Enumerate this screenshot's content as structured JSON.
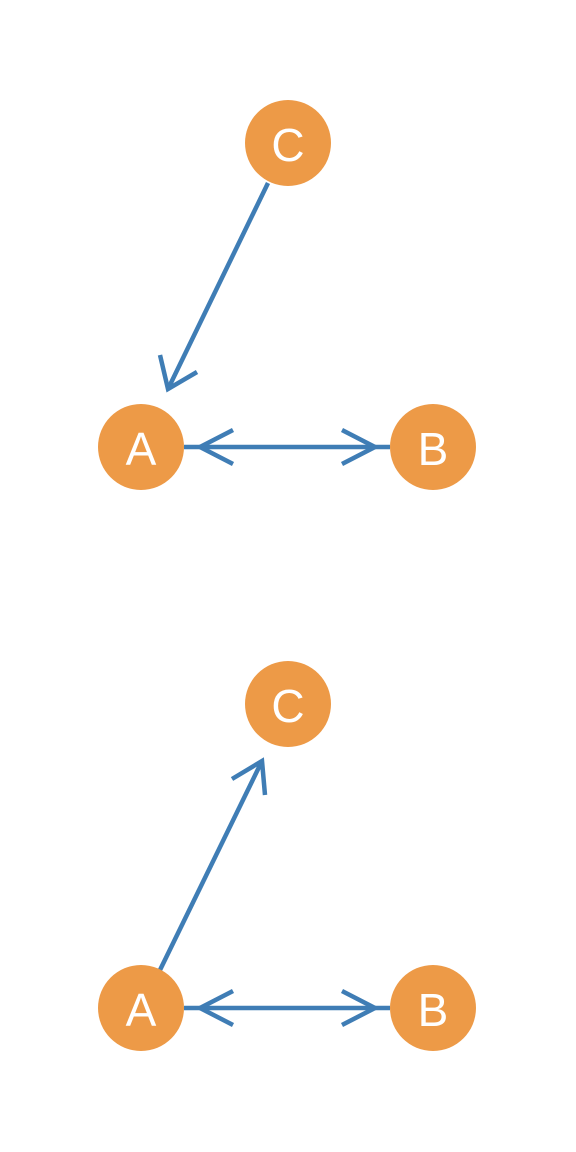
{
  "colors": {
    "background": "#ffffff",
    "node_fill": "#ed9a47",
    "node_text": "#ffffff",
    "edge": "#3f7db5"
  },
  "graphs": [
    {
      "nodes": {
        "A": {
          "label": "A"
        },
        "B": {
          "label": "B"
        },
        "C": {
          "label": "C"
        }
      },
      "edges": [
        {
          "from": "C",
          "to": "A",
          "direction": "forward"
        },
        {
          "from": "A",
          "to": "B",
          "direction": "both"
        }
      ]
    },
    {
      "nodes": {
        "A": {
          "label": "A"
        },
        "B": {
          "label": "B"
        },
        "C": {
          "label": "C"
        }
      },
      "edges": [
        {
          "from": "A",
          "to": "C",
          "direction": "forward"
        },
        {
          "from": "A",
          "to": "B",
          "direction": "both"
        }
      ]
    }
  ]
}
